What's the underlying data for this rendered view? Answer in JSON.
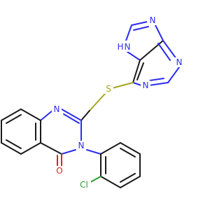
{
  "molecule": {
    "atom_labels": {
      "n_purine_top": "N",
      "nh_purine": "H",
      "nh_purine_n": "N",
      "n_purine_right": "N",
      "n_purine_bottom_right": "N",
      "n_purine_bottom": "N",
      "sulfur": "S",
      "n_quinazoline_top": "N",
      "n_quinazoline_3": "N",
      "oxygen": "O",
      "chlorine": "Cl"
    },
    "colors": {
      "carbon": "#1a1a1a",
      "nitrogen": "#2c2cf0",
      "sulfur": "#a5a51e",
      "chlorine": "#2e9e2e",
      "oxygen": "#e02020"
    }
  }
}
